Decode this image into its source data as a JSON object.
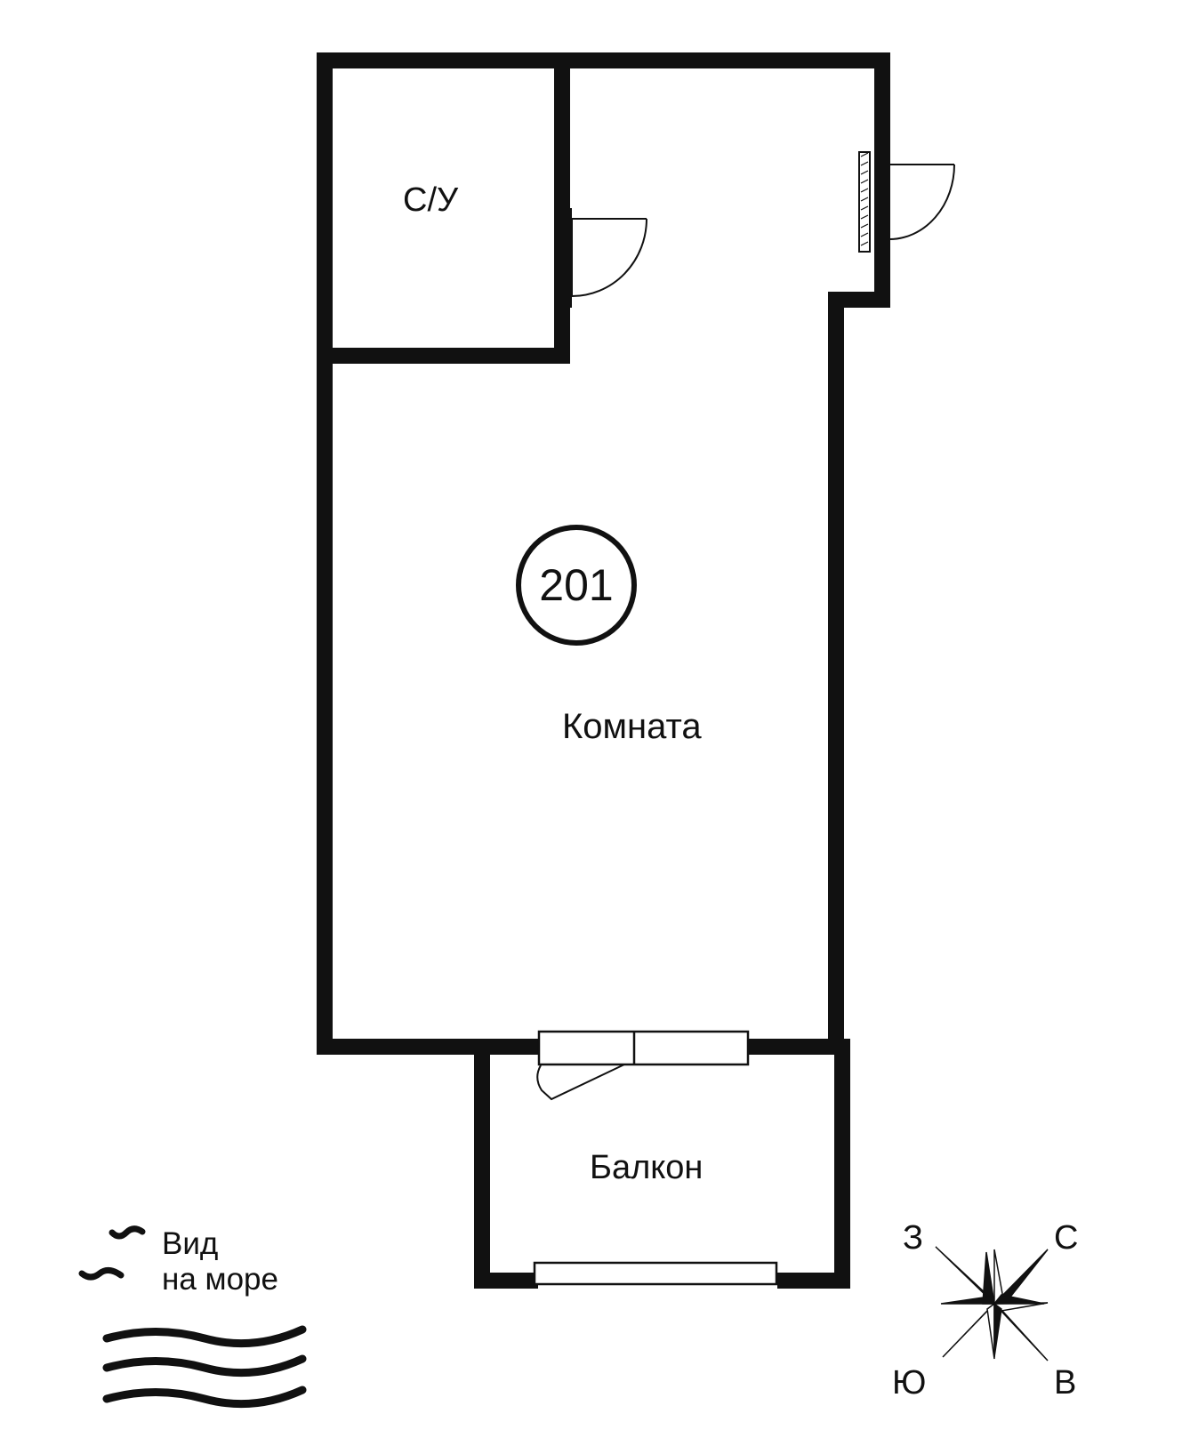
{
  "plan": {
    "apartment_number": "201",
    "rooms": {
      "bathroom": "С/У",
      "living_room": "Комната",
      "balcony": "Балкон"
    }
  },
  "legend": {
    "view_line1": "Вид",
    "view_line2": "на море"
  },
  "compass": {
    "north": "С",
    "east": "В",
    "south": "Ю",
    "west": "З"
  },
  "colors": {
    "wall": "#111111",
    "background": "#ffffff"
  }
}
